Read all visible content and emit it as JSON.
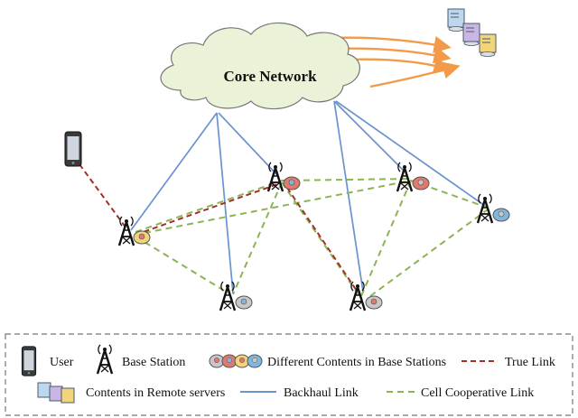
{
  "cloud": {
    "label": "Core Network"
  },
  "legend": {
    "user": "User",
    "base_station": "Base Station",
    "contents": "Different Contents in Base Stations",
    "true_link": "True Link",
    "remote_servers": "Contents in Remote servers",
    "backhaul": "Backhaul Link",
    "cooperative": "Cell Cooperative Link"
  },
  "colors": {
    "backhaul": "#6a93cf",
    "cooperative": "#8db356",
    "true_link": "#a03028",
    "arrows": "#f29a49",
    "cloud_fill": "#eaf3d8",
    "cache_red": "#e07a6e",
    "cache_yellow": "#f2d57a",
    "cache_blue": "#7fb7dd",
    "cache_purple": "#b59ad6",
    "cache_gray": "#c8c8c8"
  }
}
